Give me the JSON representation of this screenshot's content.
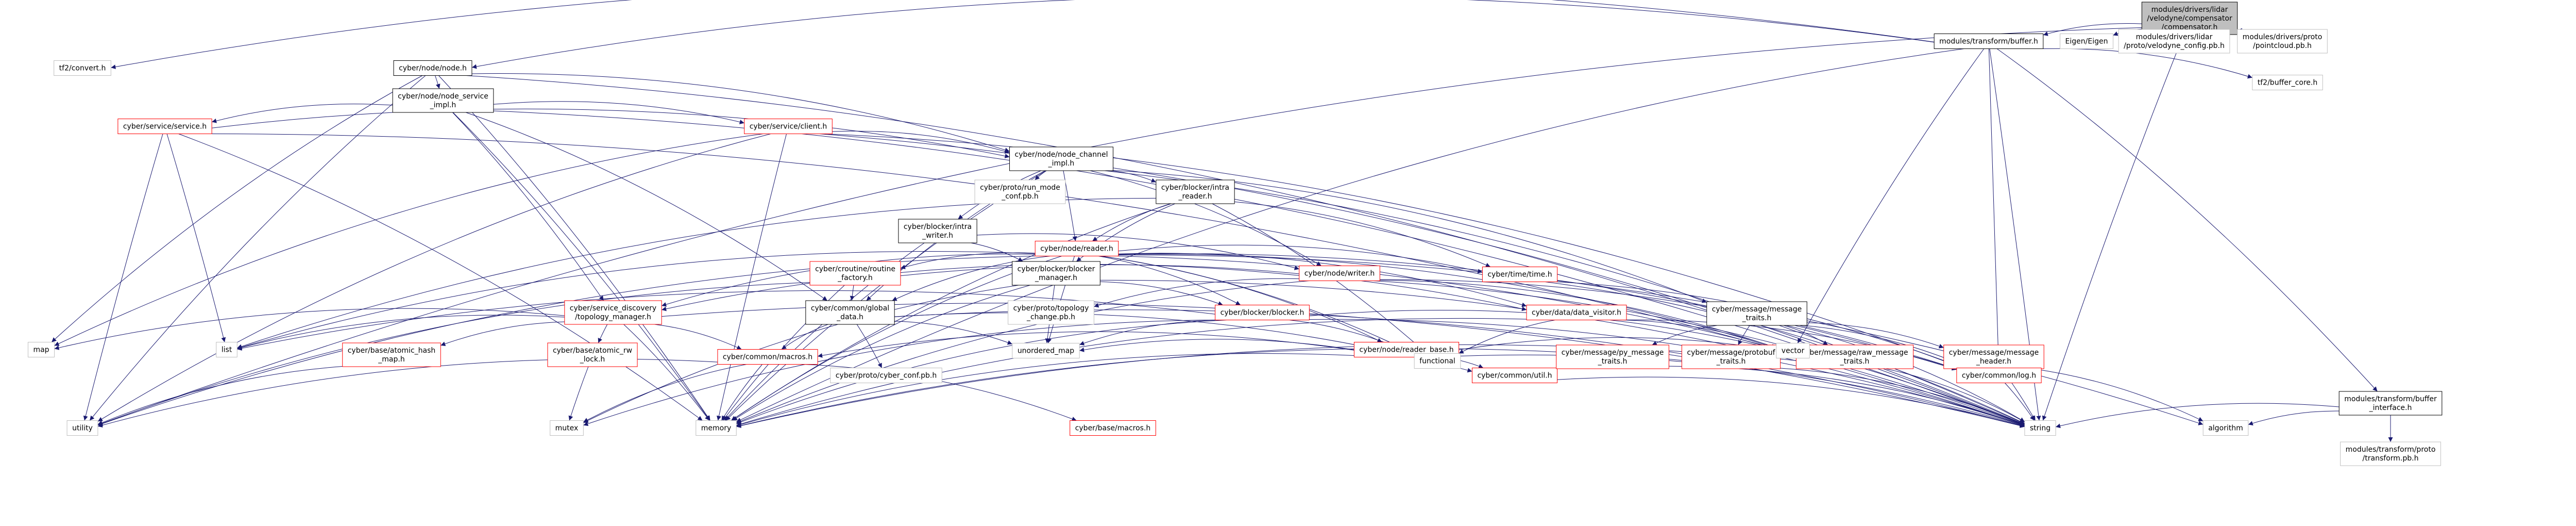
{
  "graph": {
    "nodes": [
      {
        "id": "compensator",
        "lines": [
          "modules/drivers/lidar",
          "/velodyne/compensator",
          "/compensator.h"
        ],
        "style": "root"
      },
      {
        "id": "buffer_h",
        "lines": [
          "modules/transform/buffer.h"
        ],
        "style": "normal"
      },
      {
        "id": "eigen",
        "lines": [
          "Eigen/Eigen"
        ],
        "style": "gray"
      },
      {
        "id": "velodyne_config",
        "lines": [
          "modules/drivers/lidar",
          "/proto/velodyne_config.pb.h"
        ],
        "style": "gray"
      },
      {
        "id": "pointcloud_pb",
        "lines": [
          "modules/drivers/proto",
          "/pointcloud.pb.h"
        ],
        "style": "gray"
      },
      {
        "id": "tf2_convert",
        "lines": [
          "tf2/convert.h"
        ],
        "style": "gray"
      },
      {
        "id": "node_h",
        "lines": [
          "cyber/node/node.h"
        ],
        "style": "normal"
      },
      {
        "id": "tf2_buffer_core",
        "lines": [
          "tf2/buffer_core.h"
        ],
        "style": "gray"
      },
      {
        "id": "buffer_interface",
        "lines": [
          "modules/transform/buffer",
          "_interface.h"
        ],
        "style": "normal"
      },
      {
        "id": "transform_pb",
        "lines": [
          "modules/transform/proto",
          "/transform.pb.h"
        ],
        "style": "gray"
      },
      {
        "id": "node_service_impl",
        "lines": [
          "cyber/node/node_service",
          "_impl.h"
        ],
        "style": "normal"
      },
      {
        "id": "service_h",
        "lines": [
          "cyber/service/service.h"
        ],
        "style": "red"
      },
      {
        "id": "client_h",
        "lines": [
          "cyber/service/client.h"
        ],
        "style": "red"
      },
      {
        "id": "node_channel_impl",
        "lines": [
          "cyber/node/node_channel",
          "_impl.h"
        ],
        "style": "normal"
      },
      {
        "id": "run_mode_conf",
        "lines": [
          "cyber/proto/run_mode",
          "_conf.pb.h"
        ],
        "style": "gray"
      },
      {
        "id": "intra_reader",
        "lines": [
          "cyber/blocker/intra",
          "_reader.h"
        ],
        "style": "normal"
      },
      {
        "id": "intra_writer",
        "lines": [
          "cyber/blocker/intra",
          "_writer.h"
        ],
        "style": "normal"
      },
      {
        "id": "reader_h",
        "lines": [
          "cyber/node/reader.h"
        ],
        "style": "red"
      },
      {
        "id": "routine_factory",
        "lines": [
          "cyber/croutine/routine",
          "_factory.h"
        ],
        "style": "red"
      },
      {
        "id": "blocker_manager",
        "lines": [
          "cyber/blocker/blocker",
          "_manager.h"
        ],
        "style": "normal"
      },
      {
        "id": "writer_h",
        "lines": [
          "cyber/node/writer.h"
        ],
        "style": "red"
      },
      {
        "id": "time_h",
        "lines": [
          "cyber/time/time.h"
        ],
        "style": "red"
      },
      {
        "id": "topology_manager",
        "lines": [
          "cyber/service_discovery",
          "/topology_manager.h"
        ],
        "style": "red"
      },
      {
        "id": "global_data",
        "lines": [
          "cyber/common/global",
          "_data.h"
        ],
        "style": "normal"
      },
      {
        "id": "topology_change",
        "lines": [
          "cyber/proto/topology",
          "_change.pb.h"
        ],
        "style": "gray"
      },
      {
        "id": "blocker_h",
        "lines": [
          "cyber/blocker/blocker.h"
        ],
        "style": "red"
      },
      {
        "id": "reader_base",
        "lines": [
          "cyber/node/reader_base.h"
        ],
        "style": "red"
      },
      {
        "id": "data_visitor",
        "lines": [
          "cyber/data/data_visitor.h"
        ],
        "style": "red"
      },
      {
        "id": "message_traits",
        "lines": [
          "cyber/message/message",
          "_traits.h"
        ],
        "style": "normal"
      },
      {
        "id": "atomic_hash_map",
        "lines": [
          "cyber/base/atomic_hash",
          "_map.h"
        ],
        "style": "red"
      },
      {
        "id": "atomic_rw_lock",
        "lines": [
          "cyber/base/atomic_rw",
          "_lock.h"
        ],
        "style": "red"
      },
      {
        "id": "macros_common",
        "lines": [
          "cyber/common/macros.h"
        ],
        "style": "red"
      },
      {
        "id": "cyber_conf",
        "lines": [
          "cyber/proto/cyber_conf.pb.h"
        ],
        "style": "gray"
      },
      {
        "id": "util_h",
        "lines": [
          "cyber/common/util.h"
        ],
        "style": "red"
      },
      {
        "id": "py_message_traits",
        "lines": [
          "cyber/message/py_message",
          "_traits.h"
        ],
        "style": "red"
      },
      {
        "id": "protobuf_traits",
        "lines": [
          "cyber/message/protobuf",
          "_traits.h"
        ],
        "style": "red"
      },
      {
        "id": "raw_message_traits",
        "lines": [
          "cyber/message/raw_message",
          "_traits.h"
        ],
        "style": "red"
      },
      {
        "id": "message_header",
        "lines": [
          "cyber/message/message",
          "_header.h"
        ],
        "style": "red"
      },
      {
        "id": "log_h",
        "lines": [
          "cyber/common/log.h"
        ],
        "style": "red"
      },
      {
        "id": "base_macros",
        "lines": [
          "cyber/base/macros.h"
        ],
        "style": "red"
      },
      {
        "id": "map",
        "lines": [
          "map"
        ],
        "style": "gray"
      },
      {
        "id": "list",
        "lines": [
          "list"
        ],
        "style": "gray"
      },
      {
        "id": "utility",
        "lines": [
          "utility"
        ],
        "style": "gray"
      },
      {
        "id": "mutex",
        "lines": [
          "mutex"
        ],
        "style": "gray"
      },
      {
        "id": "memory",
        "lines": [
          "memory"
        ],
        "style": "gray"
      },
      {
        "id": "unordered_map",
        "lines": [
          "unordered_map"
        ],
        "style": "gray"
      },
      {
        "id": "functional",
        "lines": [
          "functional"
        ],
        "style": "gray"
      },
      {
        "id": "vector",
        "lines": [
          "vector"
        ],
        "style": "gray"
      },
      {
        "id": "string",
        "lines": [
          "string"
        ],
        "style": "gray"
      },
      {
        "id": "algorithm",
        "lines": [
          "algorithm"
        ],
        "style": "gray"
      }
    ],
    "edges": [
      [
        "compensator",
        "buffer_h"
      ],
      [
        "compensator",
        "eigen"
      ],
      [
        "compensator",
        "velodyne_config"
      ],
      [
        "compensator",
        "pointcloud_pb"
      ],
      [
        "compensator",
        "utility"
      ],
      [
        "compensator",
        "string"
      ],
      [
        "buffer_h",
        "tf2_convert"
      ],
      [
        "buffer_h",
        "node_h"
      ],
      [
        "buffer_h",
        "tf2_buffer_core"
      ],
      [
        "buffer_h",
        "buffer_interface"
      ],
      [
        "buffer_h",
        "memory"
      ],
      [
        "buffer_h",
        "string"
      ],
      [
        "buffer_h",
        "log_h"
      ],
      [
        "buffer_h",
        "vector"
      ],
      [
        "buffer_interface",
        "transform_pb"
      ],
      [
        "buffer_interface",
        "string"
      ],
      [
        "buffer_interface",
        "algorithm"
      ],
      [
        "node_h",
        "node_service_impl"
      ],
      [
        "node_h",
        "node_channel_impl"
      ],
      [
        "node_h",
        "map"
      ],
      [
        "node_h",
        "memory"
      ],
      [
        "node_h",
        "string"
      ],
      [
        "node_h",
        "utility"
      ],
      [
        "node_service_impl",
        "service_h"
      ],
      [
        "node_service_impl",
        "client_h"
      ],
      [
        "node_service_impl",
        "global_data"
      ],
      [
        "node_service_impl",
        "topology_manager"
      ],
      [
        "node_service_impl",
        "memory"
      ],
      [
        "node_service_impl",
        "string"
      ],
      [
        "service_h",
        "node_channel_impl"
      ],
      [
        "service_h",
        "list"
      ],
      [
        "service_h",
        "memory"
      ],
      [
        "service_h",
        "utility"
      ],
      [
        "service_h",
        "string"
      ],
      [
        "client_h",
        "node_channel_impl"
      ],
      [
        "client_h",
        "map"
      ],
      [
        "client_h",
        "memory"
      ],
      [
        "client_h",
        "utility"
      ],
      [
        "client_h",
        "string"
      ],
      [
        "client_h",
        "log_h"
      ],
      [
        "node_channel_impl",
        "run_mode_conf"
      ],
      [
        "node_channel_impl",
        "intra_reader"
      ],
      [
        "node_channel_impl",
        "intra_writer"
      ],
      [
        "node_channel_impl",
        "reader_h"
      ],
      [
        "node_channel_impl",
        "writer_h"
      ],
      [
        "node_channel_impl",
        "message_traits"
      ],
      [
        "node_channel_impl",
        "global_data"
      ],
      [
        "node_channel_impl",
        "memory"
      ],
      [
        "node_channel_impl",
        "string"
      ],
      [
        "intra_reader",
        "reader_h"
      ],
      [
        "intra_reader",
        "blocker_manager"
      ],
      [
        "intra_reader",
        "time_h"
      ],
      [
        "intra_reader",
        "functional"
      ],
      [
        "intra_reader",
        "list"
      ],
      [
        "intra_reader",
        "memory"
      ],
      [
        "intra_writer",
        "writer_h"
      ],
      [
        "intra_writer",
        "blocker_manager"
      ],
      [
        "intra_writer",
        "memory"
      ],
      [
        "reader_h",
        "routine_factory"
      ],
      [
        "reader_h",
        "blocker_h"
      ],
      [
        "reader_h",
        "reader_base"
      ],
      [
        "reader_h",
        "data_visitor"
      ],
      [
        "reader_h",
        "time_h"
      ],
      [
        "reader_h",
        "topology_manager"
      ],
      [
        "reader_h",
        "global_data"
      ],
      [
        "reader_h",
        "list"
      ],
      [
        "reader_h",
        "memory"
      ],
      [
        "reader_h",
        "string"
      ],
      [
        "reader_h",
        "vector"
      ],
      [
        "reader_h",
        "functional"
      ],
      [
        "reader_h",
        "utility"
      ],
      [
        "reader_h",
        "unordered_map"
      ],
      [
        "reader_h",
        "algorithm"
      ],
      [
        "reader_h",
        "log_h"
      ],
      [
        "routine_factory",
        "data_visitor"
      ],
      [
        "routine_factory",
        "global_data"
      ],
      [
        "routine_factory",
        "memory"
      ],
      [
        "routine_factory",
        "utility"
      ],
      [
        "blocker_manager",
        "blocker_h"
      ],
      [
        "blocker_manager",
        "memory"
      ],
      [
        "blocker_manager",
        "mutex"
      ],
      [
        "blocker_manager",
        "string"
      ],
      [
        "blocker_manager",
        "unordered_map"
      ],
      [
        "writer_h",
        "topology_manager"
      ],
      [
        "writer_h",
        "topology_change"
      ],
      [
        "writer_h",
        "memory"
      ],
      [
        "writer_h",
        "string"
      ],
      [
        "writer_h",
        "vector"
      ],
      [
        "writer_h",
        "log_h"
      ],
      [
        "time_h",
        "string"
      ],
      [
        "time_h",
        "log_h"
      ],
      [
        "topology_manager",
        "atomic_hash_map"
      ],
      [
        "topology_manager",
        "atomic_rw_lock"
      ],
      [
        "topology_manager",
        "macros_common"
      ],
      [
        "topology_manager",
        "map"
      ],
      [
        "topology_manager",
        "list"
      ],
      [
        "topology_manager",
        "memory"
      ],
      [
        "topology_manager",
        "string"
      ],
      [
        "global_data",
        "macros_common"
      ],
      [
        "global_data",
        "cyber_conf"
      ],
      [
        "global_data",
        "util_h"
      ],
      [
        "global_data",
        "unordered_map"
      ],
      [
        "global_data",
        "string"
      ],
      [
        "blocker_h",
        "functional"
      ],
      [
        "blocker_h",
        "list"
      ],
      [
        "blocker_h",
        "mutex"
      ],
      [
        "blocker_h",
        "memory"
      ],
      [
        "blocker_h",
        "string"
      ],
      [
        "blocker_h",
        "vector"
      ],
      [
        "blocker_h",
        "unordered_map"
      ],
      [
        "reader_base",
        "macros_common"
      ],
      [
        "reader_base",
        "util_h"
      ],
      [
        "reader_base",
        "memory"
      ],
      [
        "reader_base",
        "string"
      ],
      [
        "reader_base",
        "vector"
      ],
      [
        "reader_base",
        "unordered_map"
      ],
      [
        "data_visitor",
        "functional"
      ],
      [
        "data_visitor",
        "vector"
      ],
      [
        "data_visitor",
        "log_h"
      ],
      [
        "data_visitor",
        "memory"
      ],
      [
        "message_traits",
        "py_message_traits"
      ],
      [
        "message_traits",
        "protobuf_traits"
      ],
      [
        "message_traits",
        "raw_message_traits"
      ],
      [
        "message_traits",
        "message_header"
      ],
      [
        "message_traits",
        "log_h"
      ],
      [
        "message_traits",
        "string"
      ],
      [
        "atomic_hash_map",
        "utility"
      ],
      [
        "atomic_rw_lock",
        "mutex"
      ],
      [
        "macros_common",
        "base_macros"
      ],
      [
        "macros_common",
        "memory"
      ],
      [
        "macros_common",
        "mutex"
      ],
      [
        "macros_common",
        "utility"
      ],
      [
        "util_h",
        "string"
      ],
      [
        "py_message_traits",
        "string"
      ],
      [
        "protobuf_traits",
        "memory"
      ],
      [
        "protobuf_traits",
        "string"
      ],
      [
        "raw_message_traits",
        "memory"
      ],
      [
        "raw_message_traits",
        "string"
      ],
      [
        "message_header",
        "string"
      ],
      [
        "message_header",
        "algorithm"
      ],
      [
        "log_h",
        "string"
      ]
    ],
    "colors": {
      "root_fill": "#bfbfbf",
      "border": "#000000",
      "red_border": "#ff0000",
      "gray_border": "#bfbfbf",
      "edge": "#191970",
      "text": "#000000"
    }
  }
}
